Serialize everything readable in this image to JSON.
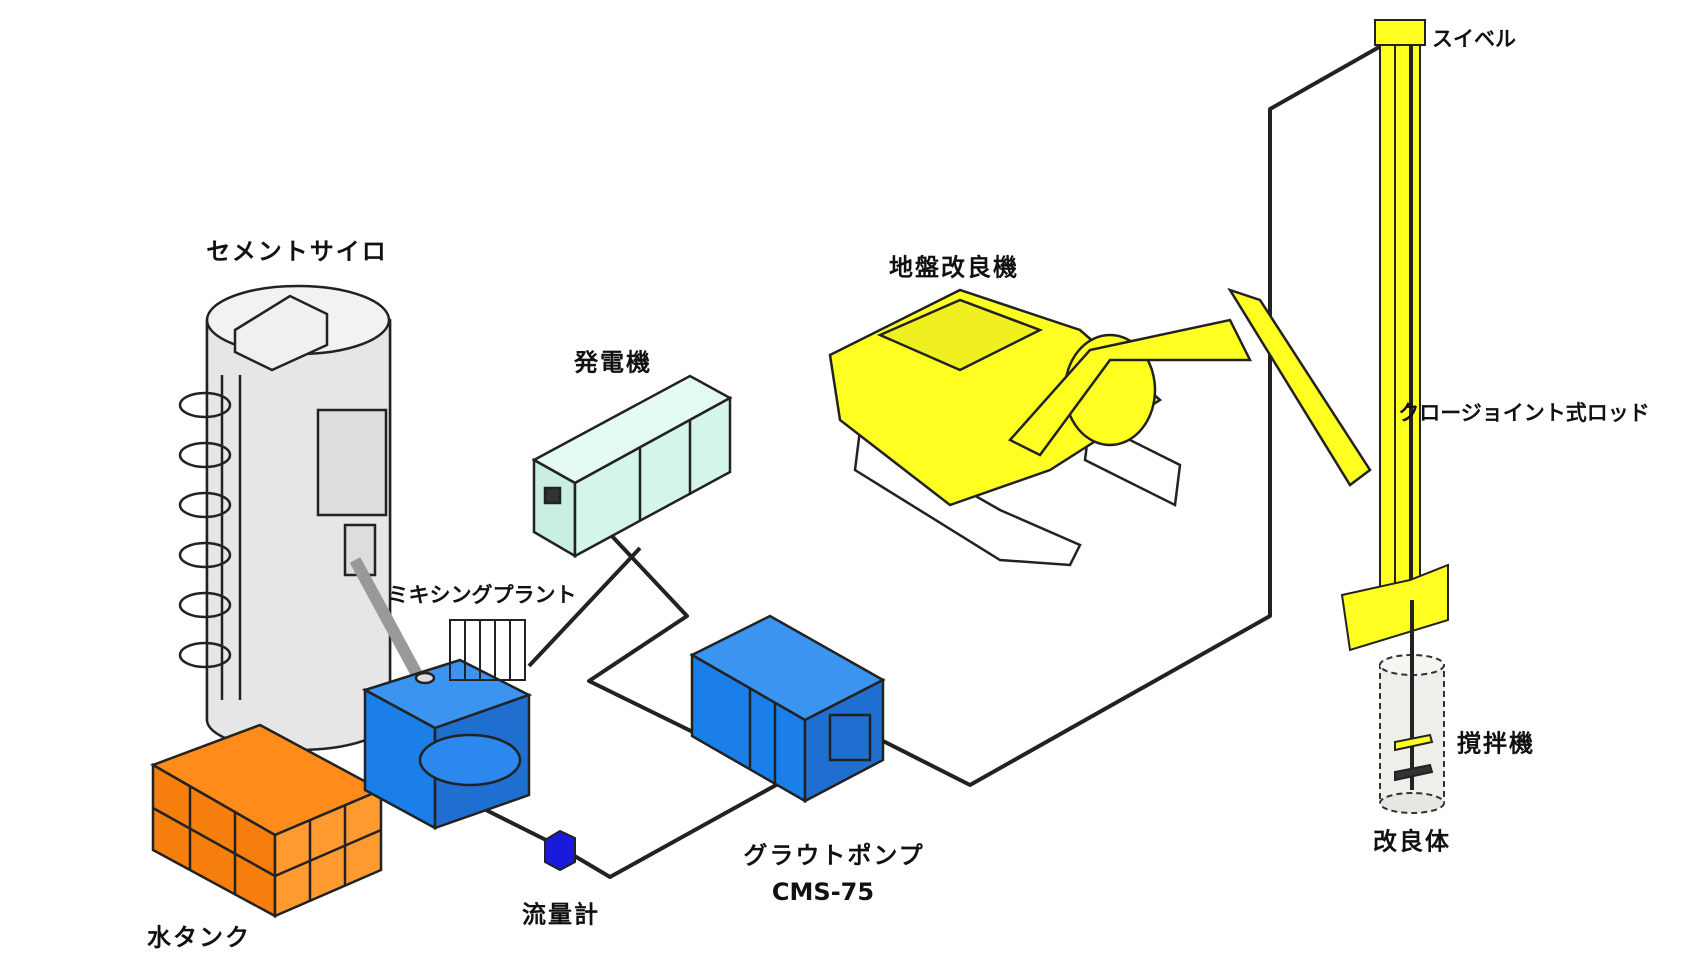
{
  "labels": {
    "cement_silo": "セメントサイロ",
    "generator": "発電機",
    "ground_improvement_machine": "地盤改良機",
    "swivel": "スイベル",
    "rod": "クロージョイント式ロッド",
    "mixing_plant": "ミキシングプラント",
    "agitator": "撹拌機",
    "improved_body": "改良体",
    "water_tank": "水タンク",
    "flow_meter": "流量計",
    "grout_pump": "グラウトポンプ",
    "grout_pump_model": "CMS-75"
  },
  "colors": {
    "silo": "#e6e6e6",
    "generator": "#d4f5ea",
    "machine": "#ffff22",
    "mixing_plant": "#1a7fe8",
    "pump": "#1a7fe8",
    "water_tank": "#ff8c1a",
    "flow_meter": "#1a1adc",
    "improved_body": "#eeeeea"
  }
}
